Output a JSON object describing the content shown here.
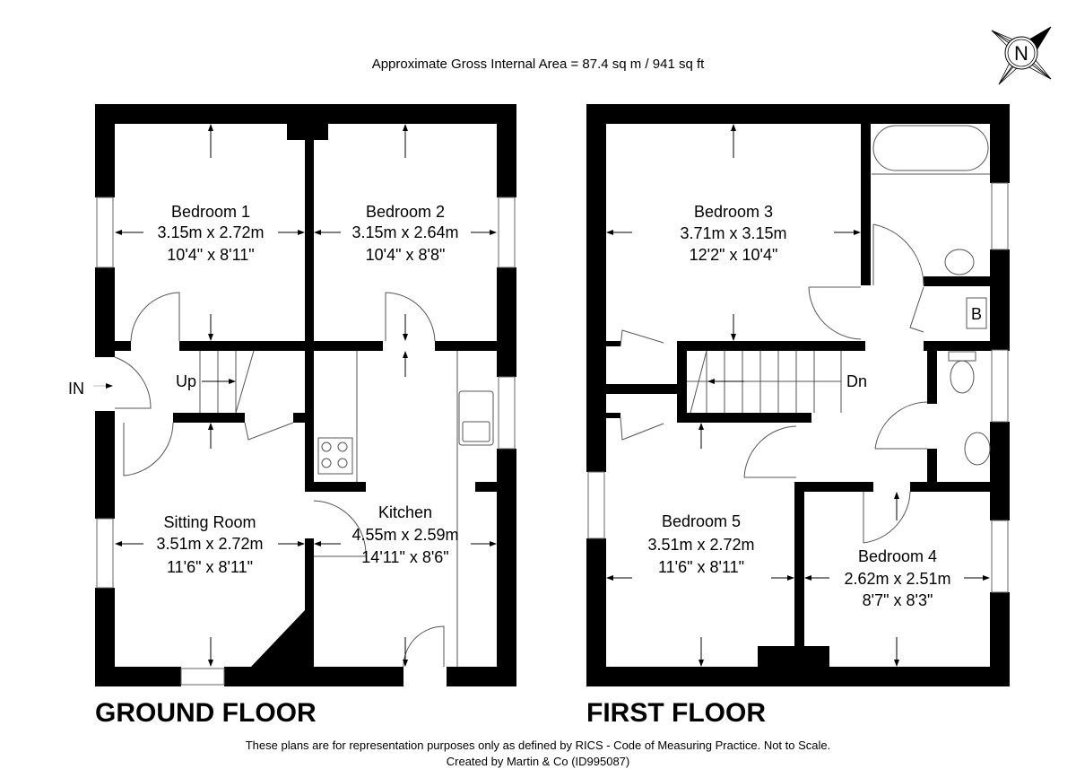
{
  "header": {
    "area_text": "Approximate Gross Internal Area = 87.4 sq m / 941 sq ft",
    "compass_letter": "N"
  },
  "ground_floor": {
    "label": "GROUND FLOOR",
    "entrance_label": "IN",
    "stairs_label": "Up",
    "rooms": [
      {
        "name": "Bedroom 1",
        "metric": "3.15m x 2.72m",
        "imperial": "10'4\" x 8'11\""
      },
      {
        "name": "Bedroom 2",
        "metric": "3.15m x 2.64m",
        "imperial": "10'4\" x 8'8\""
      },
      {
        "name": "Sitting Room",
        "metric": "3.51m x 2.72m",
        "imperial": "11'6\" x 8'11\""
      },
      {
        "name": "Kitchen",
        "metric": "4.55m x 2.59m",
        "imperial": "14'11\" x 8'6\""
      }
    ]
  },
  "first_floor": {
    "label": "FIRST FLOOR",
    "stairs_label": "Dn",
    "boiler_label": "B",
    "rooms": [
      {
        "name": "Bedroom 3",
        "metric": "3.71m x 3.15m",
        "imperial": "12'2\" x 10'4\""
      },
      {
        "name": "Bedroom 5",
        "metric": "3.51m x 2.72m",
        "imperial": "11'6\" x 8'11\""
      },
      {
        "name": "Bedroom 4",
        "metric": "2.62m x 2.51m",
        "imperial": "8'7\" x 8'3\""
      }
    ]
  },
  "footer": {
    "disclaimer": "These plans are for representation purposes only as defined by RICS - Code of Measuring Practice. Not to Scale.",
    "credit": "Created by Martin & Co (ID995087)"
  }
}
